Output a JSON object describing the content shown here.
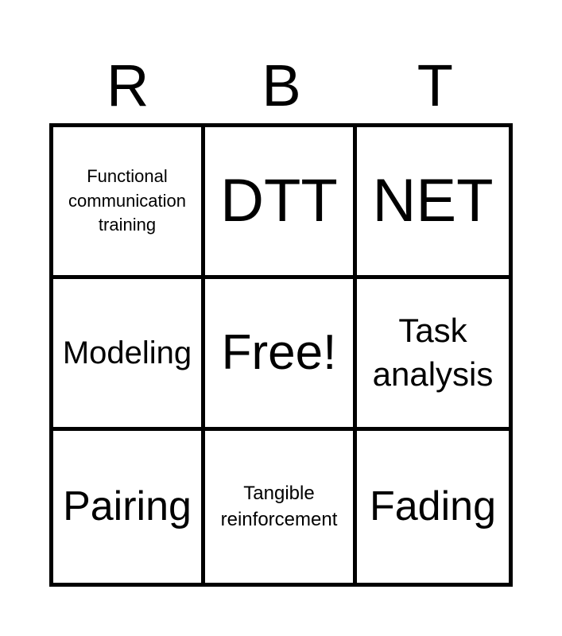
{
  "header": {
    "letters": [
      "R",
      "B",
      "T"
    ]
  },
  "board": {
    "cells": [
      {
        "text": "Functional communication training",
        "size": "sm"
      },
      {
        "text": "DTT",
        "size": "xl"
      },
      {
        "text": "NET",
        "size": "xl"
      },
      {
        "text": "Modeling",
        "size": "md2"
      },
      {
        "text": "Free!",
        "size": "lg"
      },
      {
        "text": "Task analysis",
        "size": "ms"
      },
      {
        "text": "Pairing",
        "size": "md"
      },
      {
        "text": "Tangible reinforcement",
        "size": "xs"
      },
      {
        "text": "Fading",
        "size": "md"
      }
    ]
  }
}
